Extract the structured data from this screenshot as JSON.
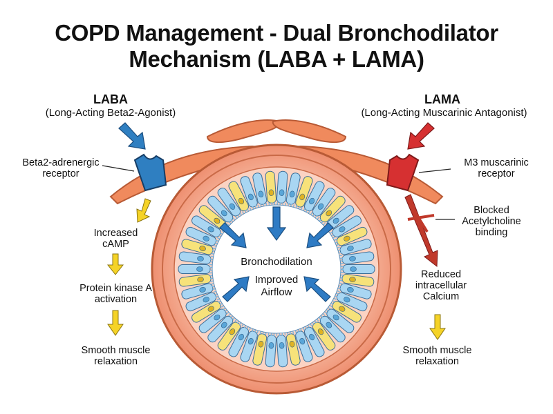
{
  "title": {
    "line1": "COPD Management - Dual Bronchodilator",
    "line2": "Mechanism (LABA + LAMA)"
  },
  "laba": {
    "name": "LABA",
    "full_name": "(Long-Acting Beta2-Agonist)",
    "receptor": [
      "Beta2-adrenergic",
      "receptor"
    ],
    "steps": [
      [
        "Increased",
        "cAMP"
      ],
      [
        "Protein kinase A",
        "activation"
      ],
      [
        "Smooth muscle",
        "relaxation"
      ]
    ],
    "color": "#2f7fc1"
  },
  "lama": {
    "name": "LAMA",
    "full_name": "(Long-Acting Muscarinic Antagonist)",
    "receptor": [
      "M3 muscarinic",
      "receptor"
    ],
    "blocked": [
      "Blocked",
      "Acetylcholine",
      "binding"
    ],
    "steps": [
      [
        "Reduced",
        "intracellular",
        "Calcium"
      ],
      [
        "Smooth muscle",
        "relaxation"
      ]
    ],
    "color": "#d63031"
  },
  "center": {
    "line1": "Bronchodilation",
    "line2": "Improved",
    "line3": "Airflow"
  },
  "colors": {
    "muscle": "#f08a5d",
    "airway_wall": "#f4a98d",
    "cell_blue": "#a9d6f2",
    "cell_yellow": "#f7e27a",
    "signal_arrow": "#f5d327",
    "inhibit_arrow": "#c0392b"
  }
}
